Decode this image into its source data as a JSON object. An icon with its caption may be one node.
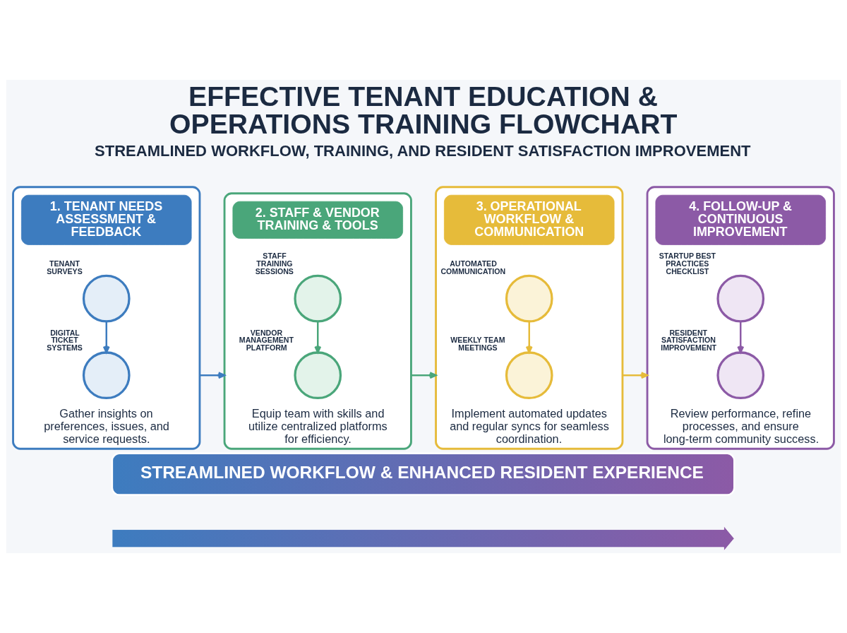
{
  "diagram": {
    "title": "EFFECTIVE TENANT EDUCATION & OPERATIONS TRAINING FLOWCHART",
    "nodes": [
      {
        "text": [
          "Gather insights on preferences, issues, and service requests."
        ]
      },
      {
        "text": [
          "1. TENANT NEEDS ASSESSMENT & FEEDBACK"
        ],
        "in": 0
      },
      {
        "text": [],
        "shape": "circle",
        "in": 0,
        "beside": [
          "TENANT SURVEYS"
        ]
      },
      {
        "text": [],
        "shape": "circle",
        "in": 0,
        "beside": [
          "DIGITAL TICKET SYSTEMS"
        ]
      },
      {
        "text": [
          "Equip team with skills and utilize centralized platforms for efficiency."
        ]
      },
      {
        "text": [
          "2. STAFF & VENDOR TRAINING & TOOLS"
        ],
        "in": 4
      },
      {
        "text": [],
        "shape": "circle",
        "in": 4,
        "beside": [
          "STAFF TRAINING SESSIONS"
        ]
      },
      {
        "text": [],
        "shape": "circle",
        "in": 4,
        "beside": [
          "VENDOR MANAGEMENT PLATFORM"
        ]
      },
      {
        "text": [
          "Implement automated updates and regular syncs for seamless coordination."
        ]
      },
      {
        "text": [
          "3. OPERATIONAL WORKFLOW & COMMUNICATION"
        ],
        "in": 8
      },
      {
        "text": [],
        "shape": "circle",
        "in": 8,
        "beside": [
          "AUTOMATED COMMUNICATION"
        ]
      },
      {
        "text": [],
        "shape": "circle",
        "in": 8,
        "beside": [
          "WEEKLY TEAM MEETINGS"
        ]
      },
      {
        "text": [
          "Review performance, refine processes, and ensure long-term community success."
        ]
      },
      {
        "text": [
          "4. FOLLOW-UP & CONTINUOUS IMPROVEMENT"
        ],
        "in": 12
      },
      {
        "text": [],
        "shape": "circle",
        "in": 12,
        "beside": [
          "STARTUP BEST PRACTICES CHECKLIST"
        ]
      },
      {
        "text": [],
        "shape": "circle",
        "in": 12,
        "beside": [
          "RESIDENT SATISFACTION IMPROVEMENT"
        ]
      },
      {
        "text": [
          "STREAMLINED WORKFLOW & ENHANCED RESIDENT EXPERIENCE"
        ]
      },
      {
        "text": [],
        "shape": "arrow"
      }
    ],
    "edges": [
      {
        "from": 2,
        "to": 3,
        "arrow": "to",
        "color": "#3d7cbf"
      },
      {
        "from": 0,
        "to": 4,
        "arrow": "to",
        "color": "#3d7cbf"
      },
      {
        "from": 6,
        "to": 7,
        "arrow": "to",
        "color": "#4aa67a"
      },
      {
        "from": 4,
        "to": 8,
        "arrow": "to",
        "color": "#4aa67a"
      },
      {
        "from": 10,
        "to": 11,
        "arrow": "to",
        "color": "#e6bb3a"
      },
      {
        "from": 8,
        "to": 12,
        "arrow": "to",
        "color": "#e6bb3a"
      },
      {
        "from": 14,
        "to": 15,
        "arrow": "to",
        "color": "#8c5aa6"
      }
    ],
    "labels": [
      "STREAMLINED WORKFLOW, TRAINING, AND RESIDENT SATISFACTION IMPROVEMENT"
    ]
  }
}
